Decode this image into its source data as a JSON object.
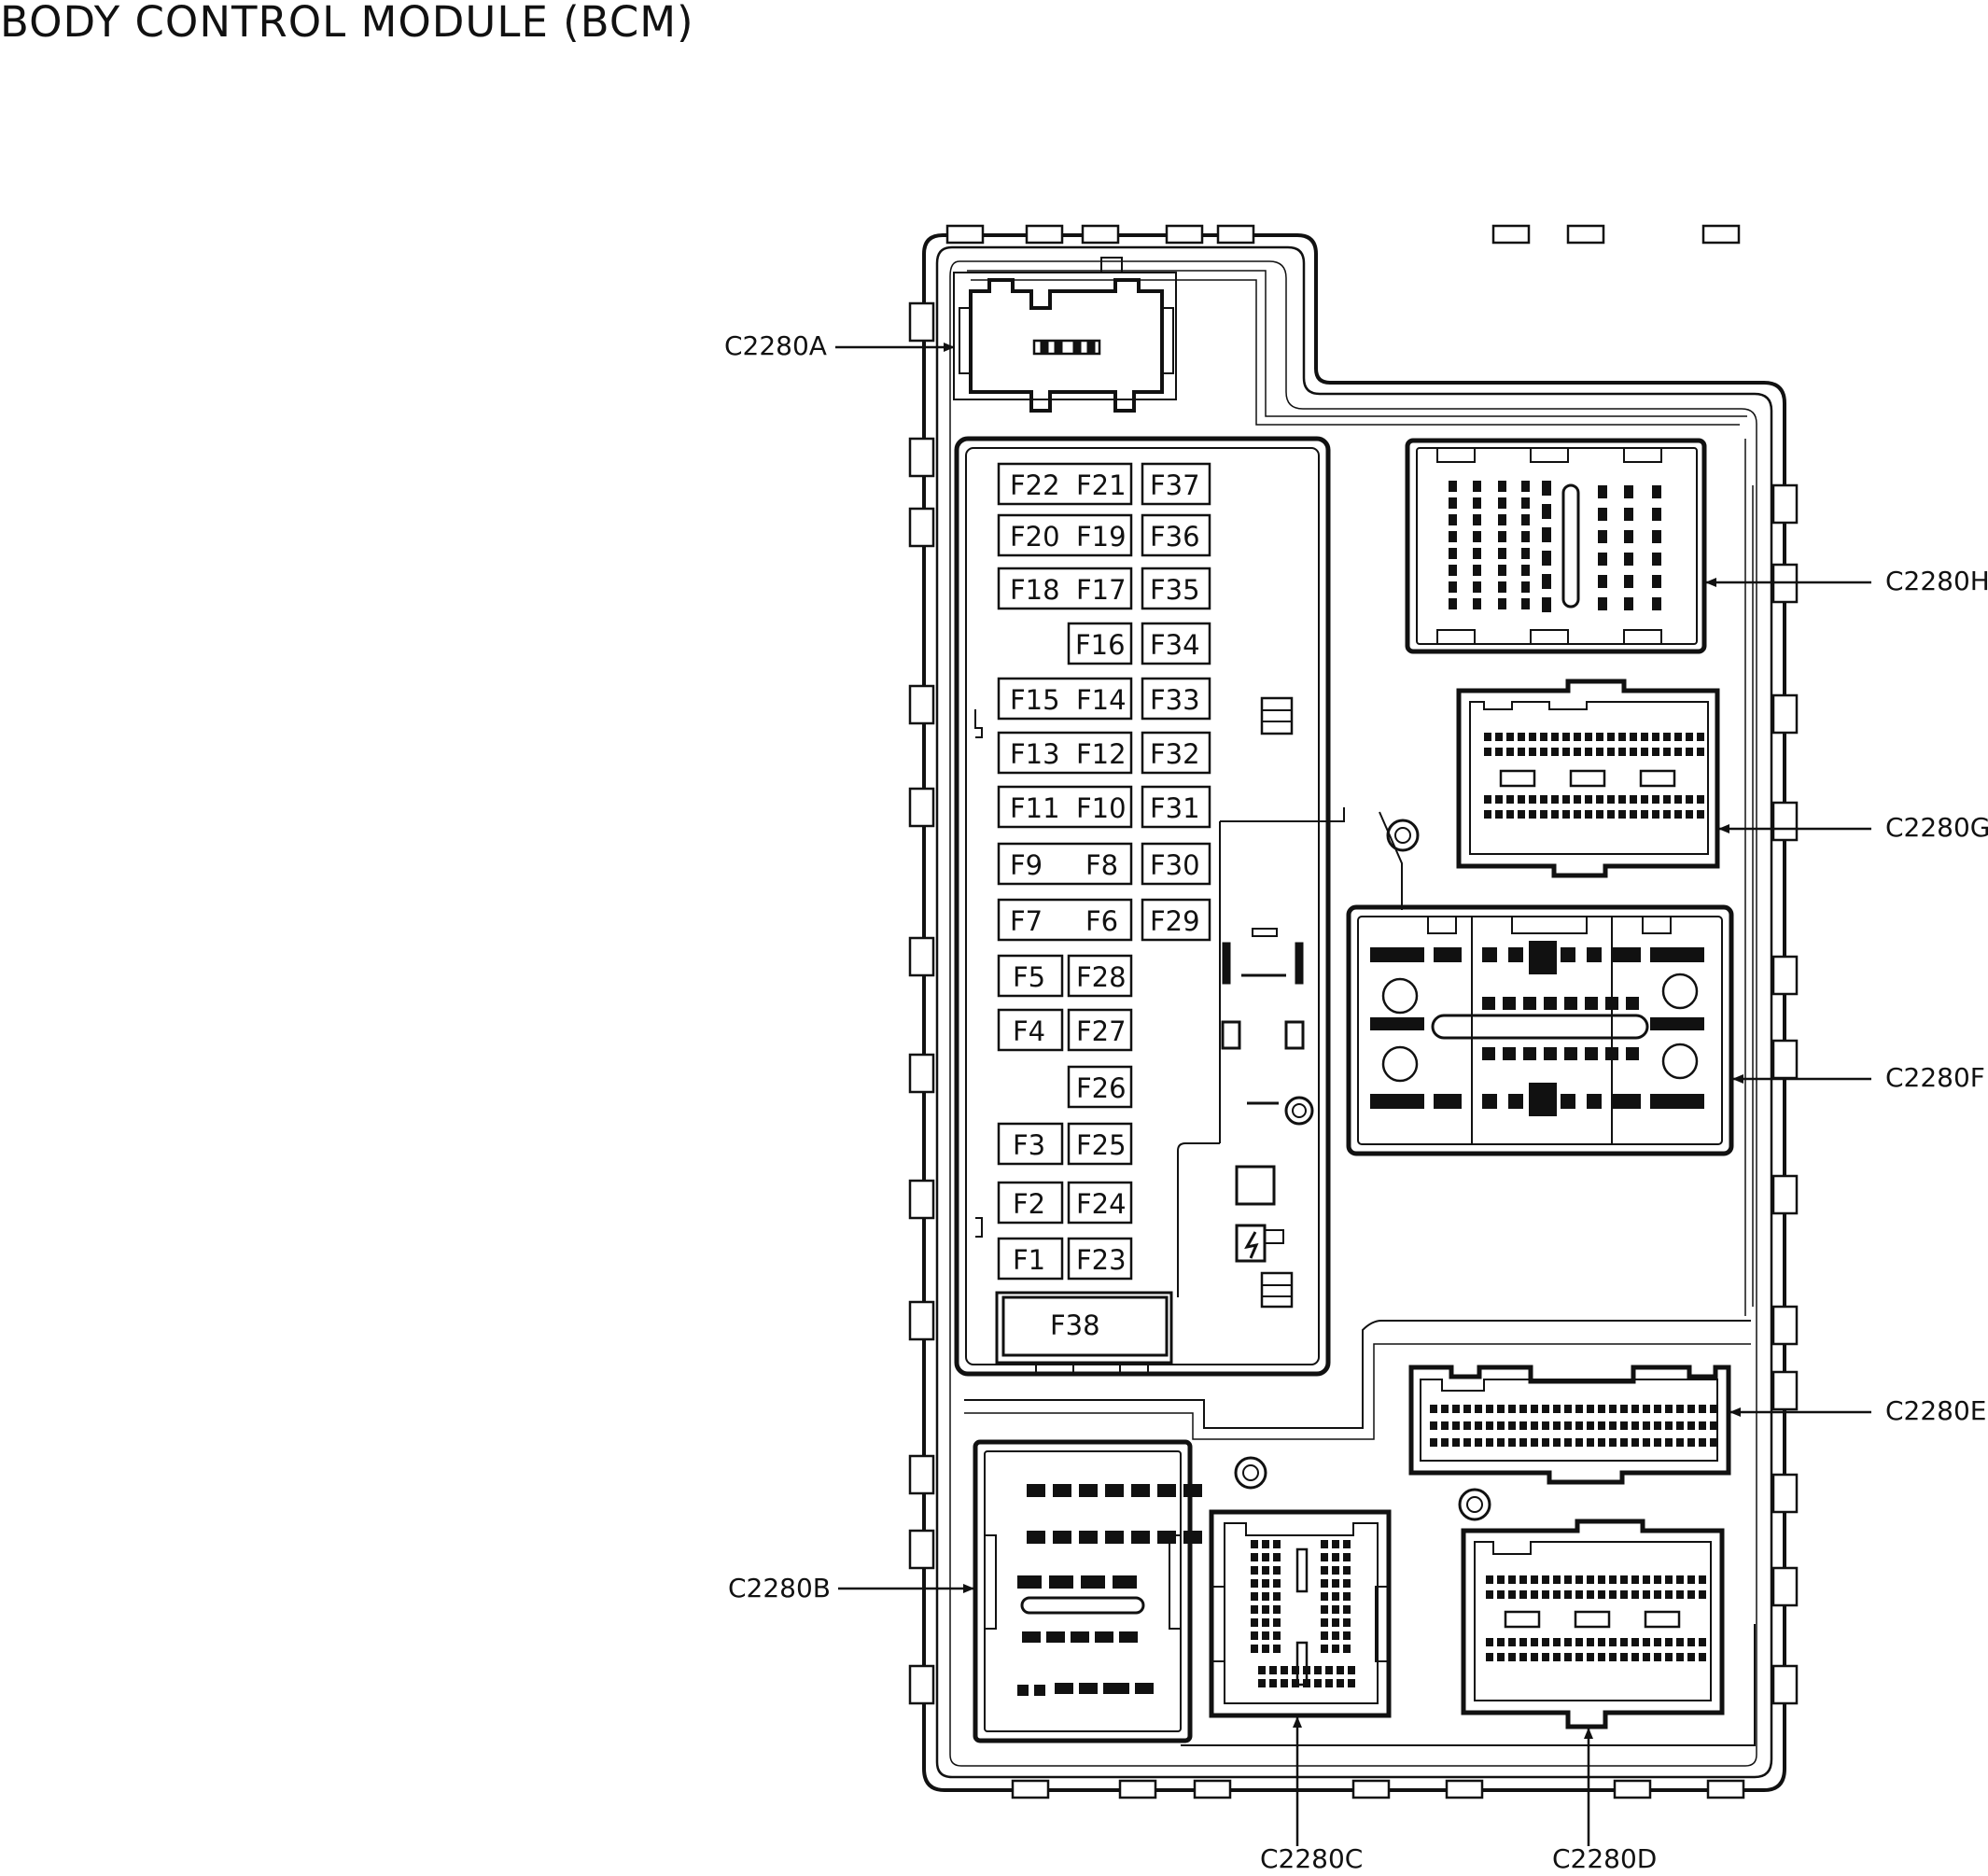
{
  "title": "BODY CONTROL MODULE (BCM)",
  "connectors": {
    "a": "C2280A",
    "b": "C2280B",
    "c": "C2280C",
    "d": "C2280D",
    "e": "C2280E",
    "f": "C2280F",
    "g": "C2280G",
    "h": "C2280H"
  },
  "fuses": {
    "f1": "F1",
    "f2": "F2",
    "f3": "F3",
    "f4": "F4",
    "f5": "F5",
    "f6": "F6",
    "f7": "F7",
    "f8": "F8",
    "f9": "F9",
    "f10": "F10",
    "f11": "F11",
    "f12": "F12",
    "f13": "F13",
    "f14": "F14",
    "f15": "F15",
    "f16": "F16",
    "f17": "F17",
    "f18": "F18",
    "f19": "F19",
    "f20": "F20",
    "f21": "F21",
    "f22": "F22",
    "f23": "F23",
    "f24": "F24",
    "f25": "F25",
    "f26": "F26",
    "f27": "F27",
    "f28": "F28",
    "f29": "F29",
    "f30": "F30",
    "f31": "F31",
    "f32": "F32",
    "f33": "F33",
    "f34": "F34",
    "f35": "F35",
    "f36": "F36",
    "f37": "F37",
    "f38": "F38"
  }
}
